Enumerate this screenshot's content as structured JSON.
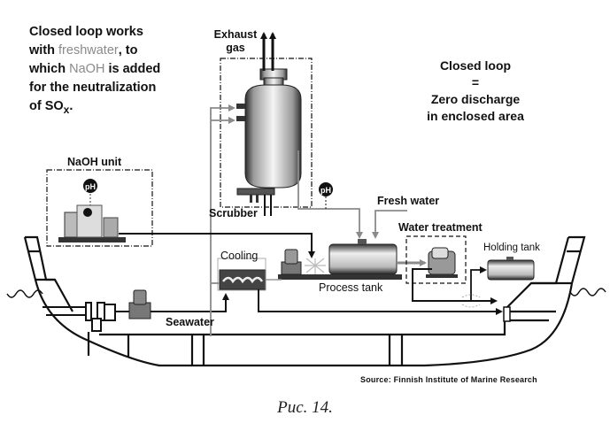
{
  "intro": {
    "line1": "Closed loop works",
    "line2_pre": "with ",
    "line2_highlight": "freshwater",
    "line2_post": ", to",
    "line3_pre": "which ",
    "line3_highlight": "NaOH",
    "line3_post": " is added",
    "line4": "for the neutralization",
    "line5_pre": "of SO",
    "line5_sub": "x",
    "line5_post": "."
  },
  "closed_loop_note": {
    "line1": "Closed loop",
    "line2": "=",
    "line3": "Zero discharge",
    "line4": "in enclosed area"
  },
  "labels": {
    "exhaust_line1": "Exhaust",
    "exhaust_line2": "gas",
    "naoh_unit": "NaOH unit",
    "scrubber": "Scrubber",
    "fresh_water": "Fresh water",
    "water_treatment": "Water treatment",
    "holding_tank": "Holding tank",
    "cooling": "Cooling",
    "process_tank": "Process tank",
    "seawater": "Seawater",
    "ph_sensor": "pH"
  },
  "source": "Source: Finnish Institute of Marine Research",
  "caption": "Рис. 14.",
  "colors": {
    "line": "#111111",
    "gray_flow": "#8a8a8a",
    "highlight_text": "#8a8a8a"
  }
}
